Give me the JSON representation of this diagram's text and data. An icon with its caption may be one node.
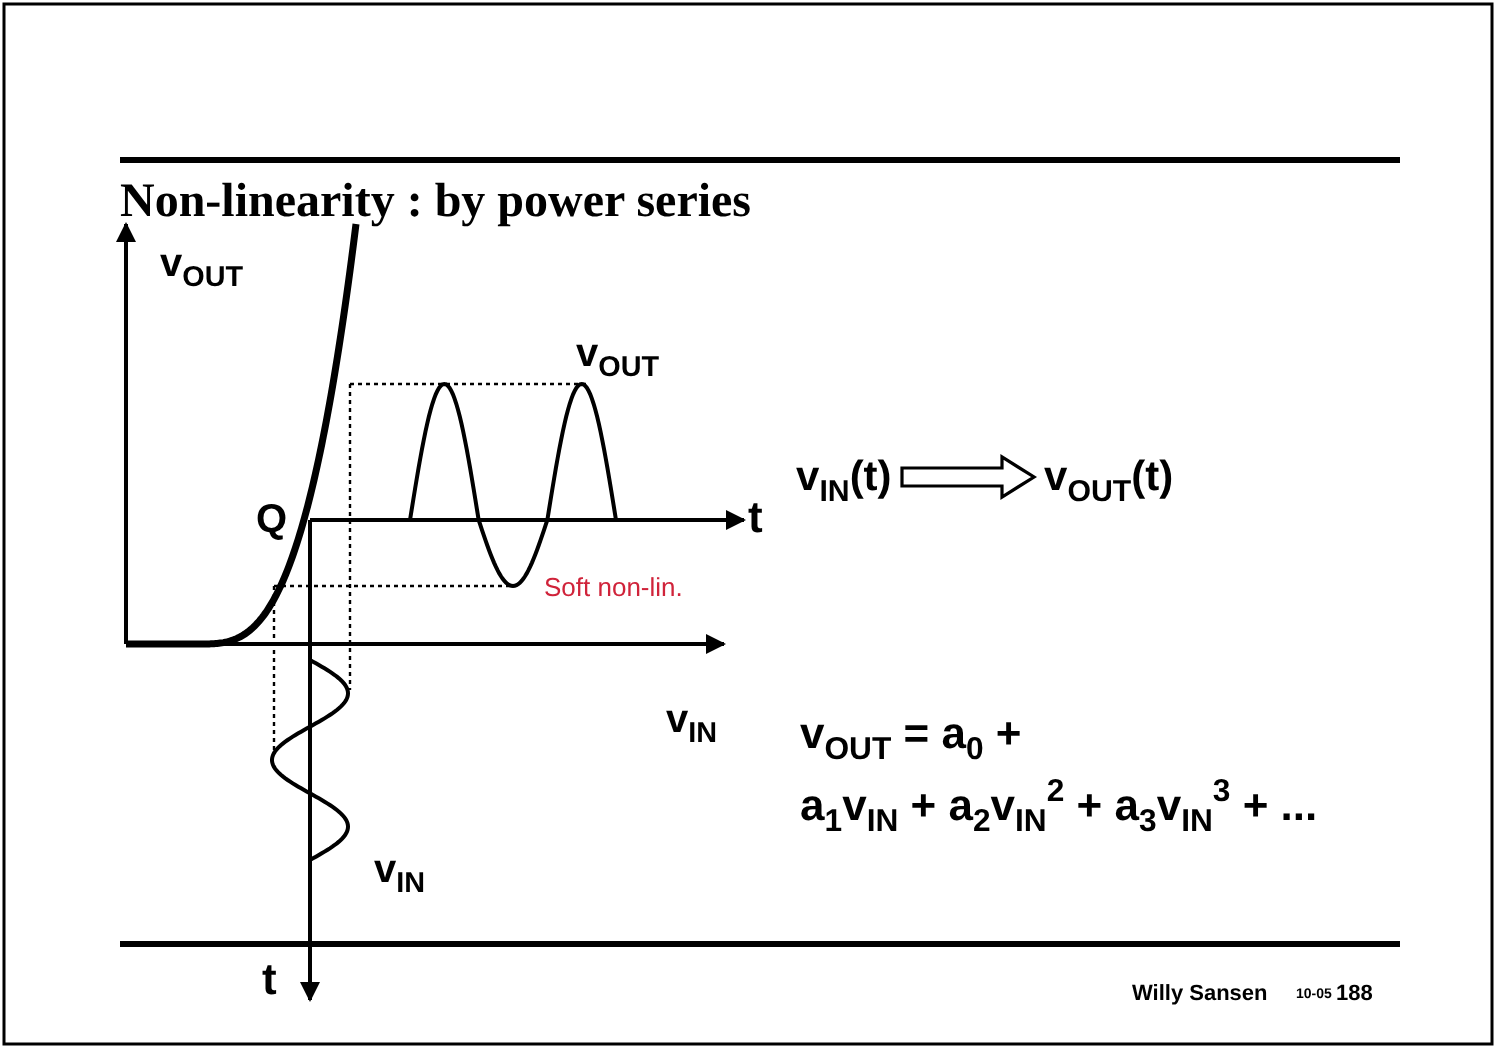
{
  "diagram": {
    "title": "Non-linearity : by power series",
    "nodes": [
      {
        "text": [
          "v$_{IN}$(t)"
        ]
      },
      {
        "text": [
          "v$_{OUT}$(t)"
        ]
      }
    ],
    "edges": [
      {
        "from": 0,
        "to": 1,
        "arrow": "to"
      }
    ],
    "labels": [
      "v$_{OUT}$",
      "v$_{OUT}$",
      "Q",
      "t",
      "Soft non-lin.",
      "v$_{IN}$",
      "v$_{IN}$",
      "t",
      "v$_{OUT}$ = a$_{0}$ +",
      "a$_{1}$v$_{IN}$ + a$_{2}$v$_{IN}$$^{2}$ + a$_{3}$v$_{IN}$$^{3}$ + ...",
      "Willy Sansen",
      "10-05",
      "188"
    ]
  }
}
